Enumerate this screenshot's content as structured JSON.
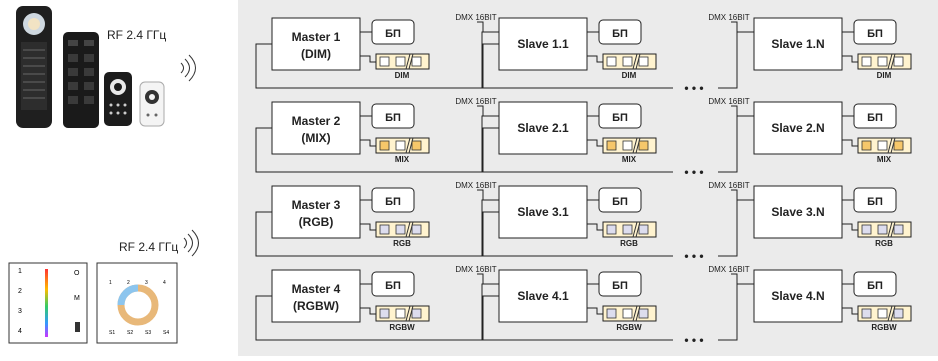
{
  "left": {
    "rf_label_top": "RF 2.4 ГГц",
    "rf_label_bottom": "RF 2.4 ГГц",
    "panel1": {
      "zones": [
        "1",
        "2",
        "3",
        "4"
      ],
      "buttons": [
        "O",
        "M"
      ]
    },
    "panel2": {
      "top_labels": [
        "1",
        "2",
        "3",
        "4"
      ],
      "bottom_labels": [
        "S1",
        "S2",
        "S3",
        "S4"
      ]
    },
    "remote_colors": {
      "body": "#1d1d1d",
      "wheel_warm": "#f1d9b0",
      "wheel_cool": "#cfe6f5"
    }
  },
  "diagram": {
    "dmx_label": "DMX 16BIT",
    "psu_label": "БП",
    "dots": "• • •",
    "rows": [
      {
        "master": [
          "Master 1",
          "(DIM)"
        ],
        "slave1": "Slave 1.1",
        "slaveN": "Slave 1.N",
        "strip_label": "DIM"
      },
      {
        "master": [
          "Master 2",
          "(MIX)"
        ],
        "slave1": "Slave 2.1",
        "slaveN": "Slave 2.N",
        "strip_label": "MIX"
      },
      {
        "master": [
          "Master 3",
          "(RGB)"
        ],
        "slave1": "Slave 3.1",
        "slaveN": "Slave 3.N",
        "strip_label": "RGB"
      },
      {
        "master": [
          "Master 4",
          "(RGBW)"
        ],
        "slave1": "Slave 4.1",
        "slaveN": "Slave 4.N",
        "strip_label": "RGBW"
      }
    ],
    "colors": {
      "background": "#ebebeb",
      "box_fill": "#ffffff",
      "stroke": "#222222",
      "strip_fill": "#fff3cf"
    }
  }
}
